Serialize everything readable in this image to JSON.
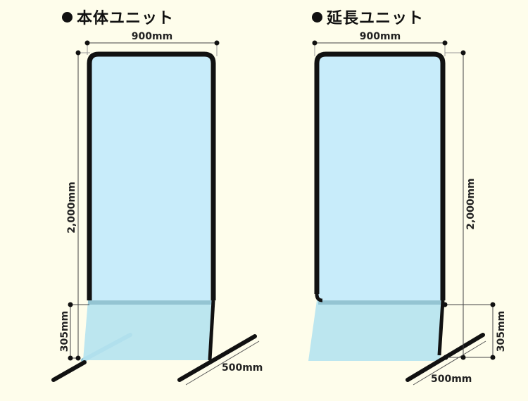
{
  "units": [
    {
      "title": "本体ユニット",
      "width_label": "900mm",
      "height_label": "2,000mm",
      "base_height_label": "305mm",
      "foot_length_label": "500mm"
    },
    {
      "title": "延長ユニット",
      "width_label": "900mm",
      "height_label": "2,000mm",
      "base_height_label": "305mm",
      "foot_length_label": "500mm"
    }
  ],
  "colors": {
    "background": "#fefdeb",
    "panel_fill": "#c8ecfa",
    "base_fill": "#b5e3f0",
    "frame": "#111111",
    "dimension_line": "#333333"
  }
}
